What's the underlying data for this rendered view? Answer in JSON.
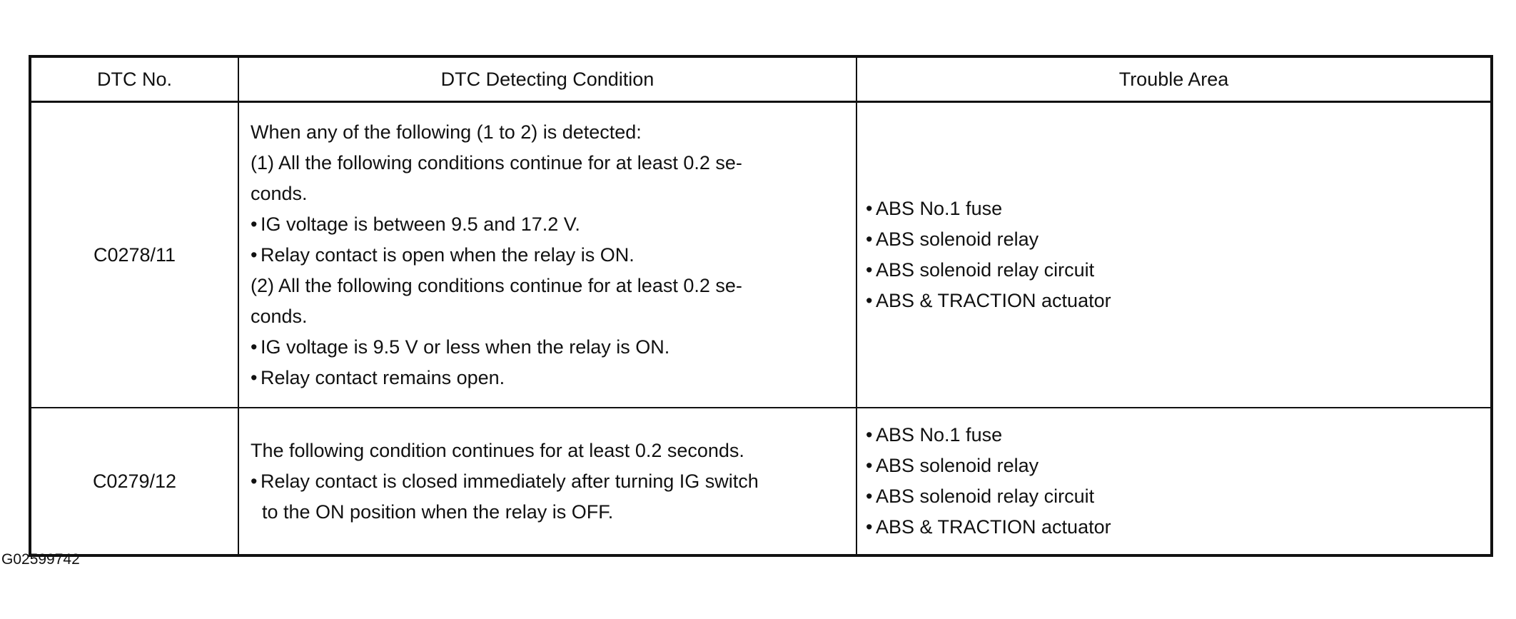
{
  "table": {
    "headers": [
      "DTC No.",
      "DTC Detecting Condition",
      "Trouble Area"
    ],
    "rows": [
      {
        "dtc_no": "C0278/11",
        "condition_lines": [
          "When any of the following (1 to 2) is detected:",
          "(1) All the following conditions continue for at least 0.2 se-",
          "conds.",
          "IG voltage is between 9.5 and 17.2 V.",
          "Relay contact is open when the relay is ON.",
          "(2) All the following conditions continue for at least 0.2 se-",
          "conds.",
          "IG voltage is 9.5 V or less when the relay is ON.",
          "Relay contact remains open."
        ],
        "trouble_area": [
          "ABS No.1 fuse",
          "ABS solenoid relay",
          "ABS solenoid relay circuit",
          "ABS & TRACTION actuator"
        ]
      },
      {
        "dtc_no": "C0279/12",
        "condition_lines": [
          "The following condition continues for at least 0.2 seconds.",
          "Relay contact is closed immediately after turning IG switch",
          "to the ON position when the relay is OFF."
        ],
        "trouble_area": [
          "ABS No.1 fuse",
          "ABS solenoid relay",
          "ABS solenoid relay circuit",
          "ABS & TRACTION actuator"
        ]
      }
    ]
  },
  "footnote": "G02599742",
  "bullet_glyph": "•"
}
